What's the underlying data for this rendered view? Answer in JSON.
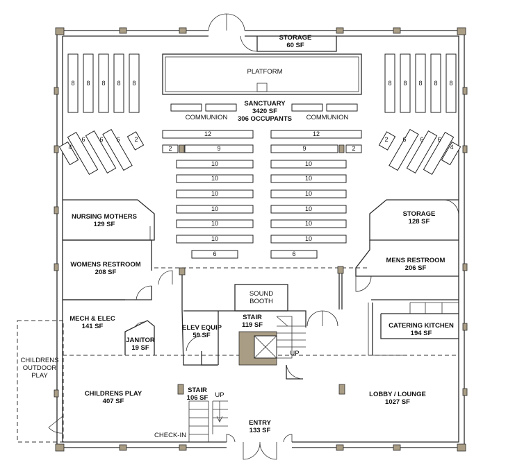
{
  "rooms": {
    "storage_top": {
      "name": "STORAGE",
      "area": "60 SF"
    },
    "platform": {
      "name": "PLATFORM"
    },
    "sanctuary": {
      "name": "SANCTUARY",
      "area": "3420 SF",
      "occupants": "306 OCCUPANTS"
    },
    "communion_left": {
      "name": "COMMUNION"
    },
    "communion_right": {
      "name": "COMMUNION"
    },
    "nursing_mothers": {
      "name": "NURSING MOTHERS",
      "area": "129 SF"
    },
    "storage_right": {
      "name": "STORAGE",
      "area": "128 SF"
    },
    "womens_restroom": {
      "name": "WOMENS RESTROOM",
      "area": "208 SF"
    },
    "mens_restroom": {
      "name": "MENS RESTROOM",
      "area": "206 SF"
    },
    "sound_booth": {
      "name": "SOUND",
      "name2": "BOOTH"
    },
    "mech_elec": {
      "name": "MECH & ELEC",
      "area": "141 SF"
    },
    "janitor": {
      "name": "JANITOR",
      "area": "19 SF"
    },
    "elev_equip": {
      "name": "ELEV EQUIP",
      "area": "59 SF"
    },
    "stair_upper": {
      "name": "STAIR",
      "area": "119 SF"
    },
    "catering_kitchen": {
      "name": "CATERING KITCHEN",
      "area": "194 SF"
    },
    "childrens_outdoor": {
      "line1": "CHILDRENS",
      "line2": "OUTDOOR",
      "line3": "PLAY"
    },
    "childrens_play": {
      "name": "CHILDRENS PLAY",
      "area": "407 SF"
    },
    "stair_lower": {
      "name": "STAIR",
      "area": "106 SF"
    },
    "lobby": {
      "name": "LOBBY / LOUNGE",
      "area": "1027 SF"
    },
    "entry": {
      "name": "ENTRY",
      "area": "133 SF"
    },
    "check_in": {
      "name": "CHECK-IN"
    }
  },
  "annotations": {
    "up_elevator": "UP",
    "up_stair": "UP"
  },
  "pews": {
    "side_vertical": "8",
    "angled_left": [
      "4",
      "6",
      "6",
      "6",
      "2"
    ],
    "angled_right": [
      "2",
      "6",
      "6",
      "6",
      "4"
    ],
    "center_left": [
      "12",
      "9",
      "10",
      "10",
      "10",
      "10",
      "10",
      "10",
      "6"
    ],
    "center_right": [
      "12",
      "9",
      "10",
      "10",
      "10",
      "10",
      "10",
      "10",
      "6"
    ],
    "end_left": "2",
    "end_right": "2"
  },
  "colors": {
    "wall_fill": "#a99d85",
    "line": "#2a2a2a"
  }
}
